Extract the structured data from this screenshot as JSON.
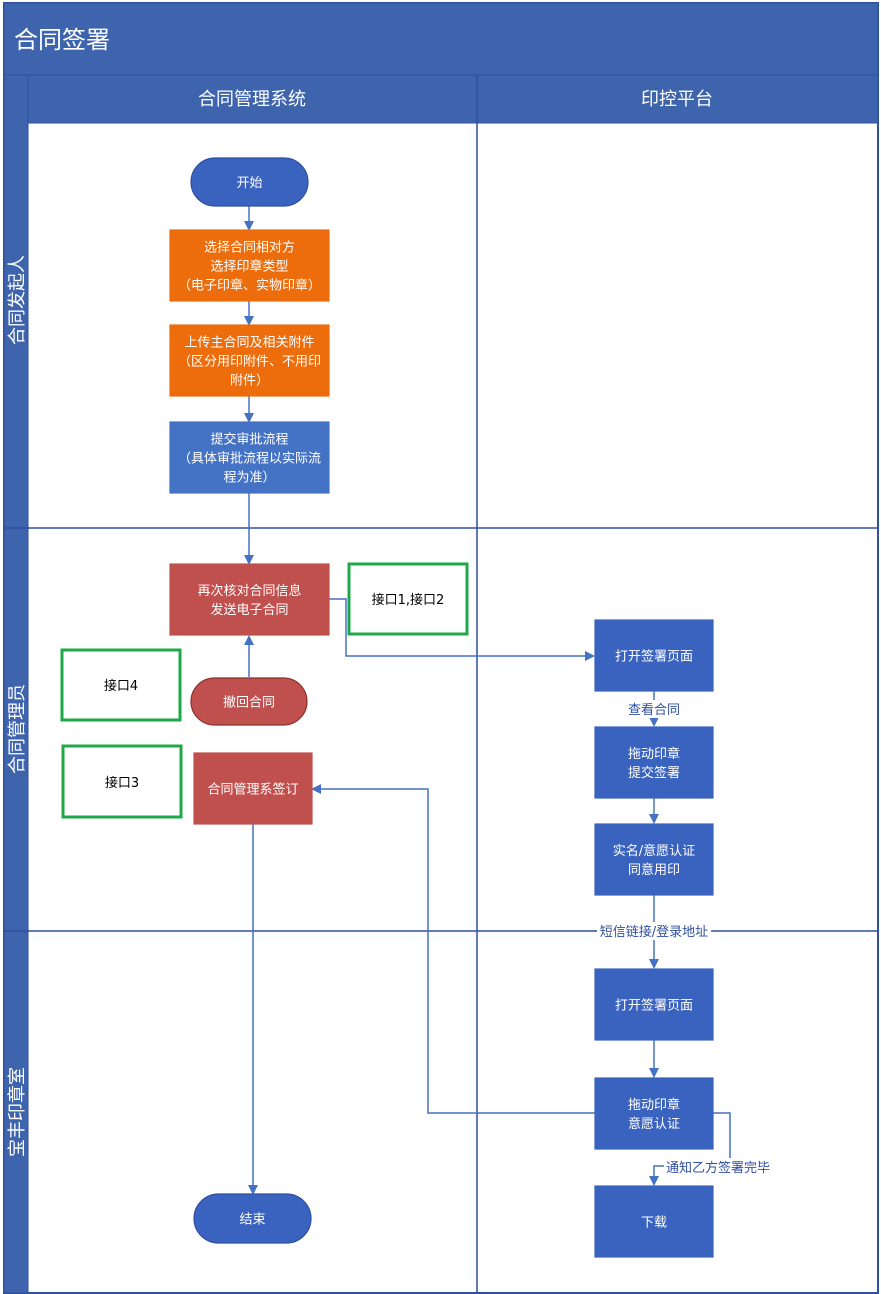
{
  "title": "合同签署",
  "columns": [
    {
      "id": "col-cms",
      "label": "合同管理系统"
    },
    {
      "id": "col-seal",
      "label": "印控平台"
    }
  ],
  "lanes": [
    {
      "id": "lane-initiator",
      "label": "合同发起人"
    },
    {
      "id": "lane-admin",
      "label": "合同管理员"
    },
    {
      "id": "lane-seal-room",
      "label": "宝丰印章室"
    }
  ],
  "nodes": {
    "start": {
      "lines": [
        "开始"
      ],
      "kind": "terminator-blue"
    },
    "select": {
      "lines": [
        "选择合同相对方",
        "选择印章类型",
        "（电子印章、实物印章）"
      ],
      "kind": "orange"
    },
    "upload": {
      "lines": [
        "上传主合同及相关附件",
        "（区分用印附件、不用印",
        "附件）"
      ],
      "kind": "orange"
    },
    "approve": {
      "lines": [
        "提交审批流程",
        "（具体审批流程以实际流",
        "程为准）"
      ],
      "kind": "blue-light"
    },
    "verify": {
      "lines": [
        "再次核对合同信息",
        "发送电子合同"
      ],
      "kind": "red"
    },
    "withdraw": {
      "lines": [
        "撤回合同"
      ],
      "kind": "terminator-red"
    },
    "cms-sign": {
      "lines": [
        "合同管理系签订"
      ],
      "kind": "red"
    },
    "end": {
      "lines": [
        "结束"
      ],
      "kind": "terminator-blue"
    },
    "open1": {
      "lines": [
        "打开签署页面"
      ],
      "kind": "blue"
    },
    "drag1": {
      "lines": [
        "拖动印章",
        "提交签署"
      ],
      "kind": "blue"
    },
    "auth1": {
      "lines": [
        "实名/意愿认证",
        "同意用印"
      ],
      "kind": "blue"
    },
    "open2": {
      "lines": [
        "打开签署页面"
      ],
      "kind": "blue"
    },
    "drag2": {
      "lines": [
        "拖动印章",
        "意愿认证"
      ],
      "kind": "blue"
    },
    "download": {
      "lines": [
        "下载"
      ],
      "kind": "blue"
    }
  },
  "interfaces": {
    "iface-12": "接口1,接口2",
    "iface-4": "接口4",
    "iface-3": "接口3"
  },
  "edge_labels": {
    "view": "查看合同",
    "sms": "短信链接/登录地址",
    "notify": "通知乙方签署完毕"
  },
  "colors": {
    "header": "#3f64ae",
    "border": "#2f4f9f",
    "orange": "#ed6d0d",
    "blue_light": "#4472c4",
    "blue": "#3a63bf",
    "red": "#c0504d",
    "interface_border": "#1ea84a",
    "edge": "#4472c4"
  }
}
